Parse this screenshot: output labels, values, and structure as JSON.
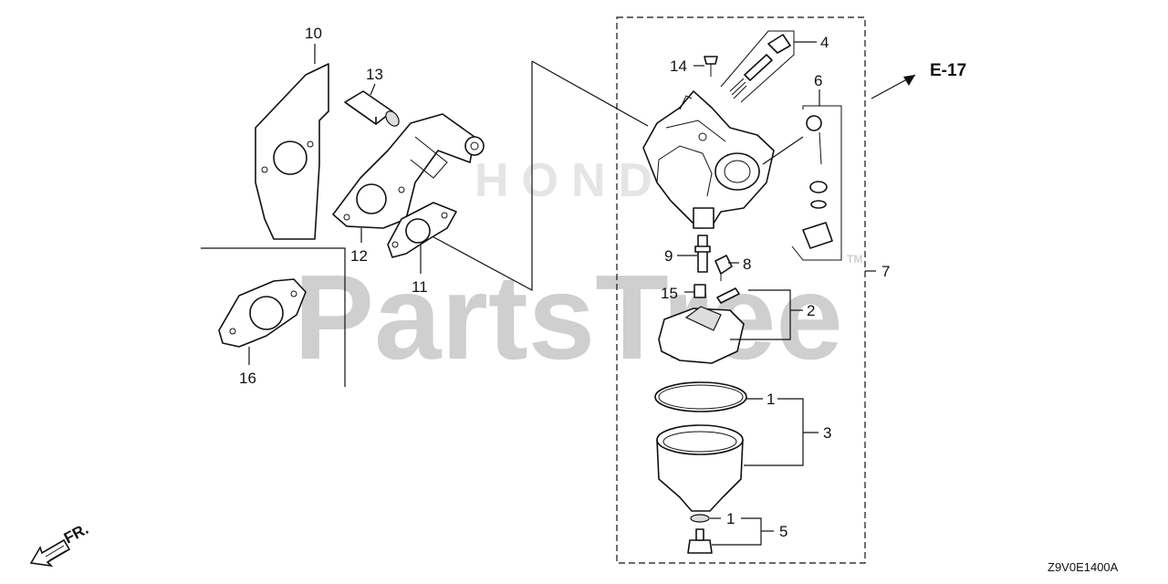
{
  "watermark": {
    "brand": "PartsTree",
    "tm": "TM",
    "faint_brand": "HONDA"
  },
  "reference": {
    "page_ref": "E-17"
  },
  "drawing_code": "Z9V0E1400A",
  "front_marker": "FR.",
  "callouts": {
    "c1a": "1",
    "c1b": "1",
    "c2": "2",
    "c3": "3",
    "c4": "4",
    "c5": "5",
    "c6": "6",
    "c7": "7",
    "c8": "8",
    "c9": "9",
    "c10": "10",
    "c11": "11",
    "c12": "12",
    "c13": "13",
    "c14": "14",
    "c15": "15",
    "c16": "16"
  },
  "icons": {
    "front_arrow": "front-direction-arrow-icon",
    "ref_arrow": "arrow-right-up-icon"
  }
}
